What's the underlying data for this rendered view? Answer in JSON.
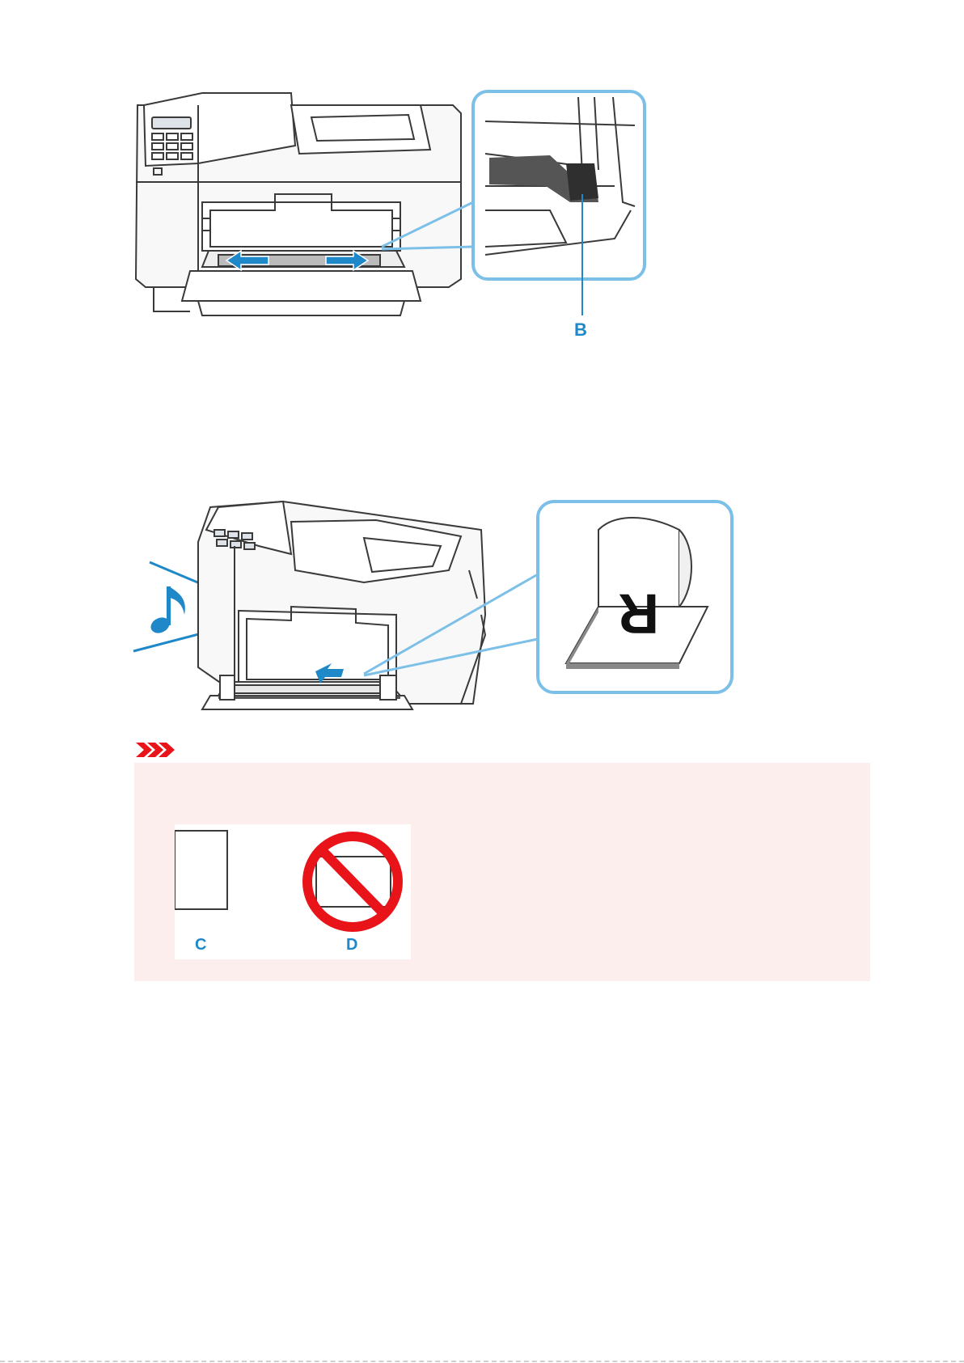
{
  "figure_guides": {
    "callout_label": "B"
  },
  "figure_loading": {
    "paper_letter": "R"
  },
  "important": {
    "label_correct": "C",
    "label_incorrect": "D"
  },
  "colors": {
    "accent_blue": "#1e88c8",
    "important_bg": "#fdeeee",
    "prohibit_red": "#e8141a",
    "line_gray": "#3a3a3a"
  },
  "icons": {
    "important": "important-chevrons-icon",
    "sound": "music-note-icon",
    "prohibit": "prohibited-icon"
  }
}
